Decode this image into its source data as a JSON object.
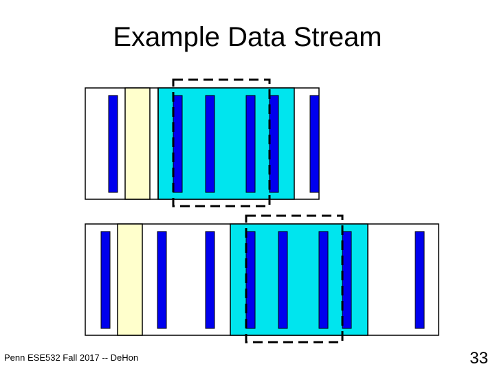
{
  "slide": {
    "title": "Example Data Stream",
    "footer": "Penn ESE532 Fall 2017 -- DeHon",
    "page_number": "33"
  },
  "colors": {
    "cell_border": "#000000",
    "cell_fill": "#ffffff",
    "highlight_cyan": "#00e5ee",
    "highlight_yellow": "#ffffcc",
    "bar_fill": "#0000ee",
    "window_dash": "#000000"
  },
  "diagram": {
    "streams": [
      {
        "name": "stream-1",
        "cells": [
          "white",
          "yellow",
          "cyan",
          "cyan",
          "cyan",
          "cyan",
          "white"
        ],
        "bars": [
          "bar",
          "none",
          "bar",
          "bar",
          "bar",
          "bar",
          "bar"
        ]
      },
      {
        "name": "stream-2",
        "cells": [
          "white",
          "yellow",
          "white",
          "white",
          "cyan",
          "cyan",
          "cyan",
          "white"
        ],
        "bars": [
          "bar",
          "none",
          "bar",
          "bar",
          "bar",
          "bar",
          "bar",
          "bar"
        ]
      }
    ]
  }
}
